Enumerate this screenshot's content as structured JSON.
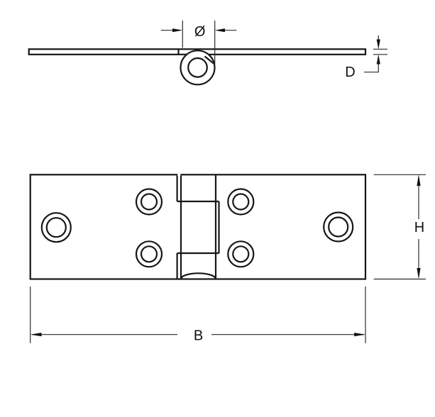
{
  "drawing": {
    "labels": {
      "diameter": "Ø",
      "thickness": "D",
      "width": "B",
      "height": "H"
    },
    "colors": {
      "ink": "#161616",
      "background": "#ffffff"
    }
  }
}
